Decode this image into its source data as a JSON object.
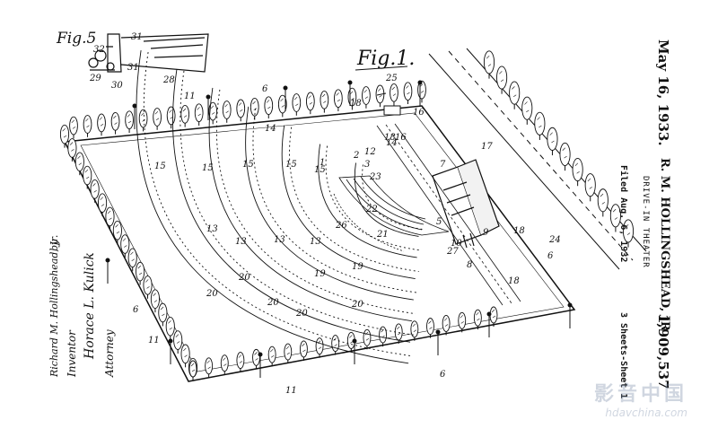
{
  "header": {
    "date": "May 16, 1933.",
    "inventor_name": "R. M. HOLLINGSHEAD, JR",
    "patent_number": "1,909,537",
    "title": "DRIVE-IN THEATER",
    "filed": "Filed Aug. 6, 1932",
    "sheets": "3 Sheets-Sheet 1"
  },
  "figures": {
    "fig1": "Fig.1.",
    "fig5": "Fig.5"
  },
  "signature": {
    "inventor_word": "Inventor",
    "by": "by",
    "inventor_signature": "Richard M. Hollingshead, Jr.",
    "agent_signature": "Horace L. Kulick",
    "attorney_word": "Attorney"
  },
  "watermark": {
    "chinese": "影音中国",
    "url": "hdavchina.com"
  },
  "reference_numerals": {
    "fig5": [
      "31",
      "32",
      "31",
      "28",
      "29",
      "30"
    ],
    "row_labels": [
      "15",
      "15",
      "15",
      "15",
      "15",
      "14",
      "14",
      "13",
      "13",
      "13",
      "13",
      "20",
      "20",
      "20",
      "20",
      "20",
      "19",
      "19"
    ],
    "lot": [
      "6",
      "6",
      "6",
      "6",
      "11",
      "11",
      "11",
      "17",
      "16",
      "16",
      "18",
      "18",
      "18",
      "18",
      "25",
      "24",
      "23",
      "22",
      "21",
      "26",
      "27",
      "10",
      "9",
      "8",
      "7",
      "5",
      "12",
      "3",
      "1",
      "2"
    ]
  }
}
